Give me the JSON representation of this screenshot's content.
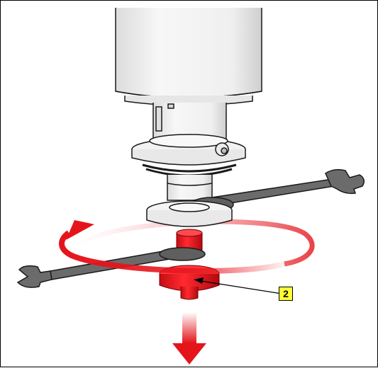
{
  "callout": {
    "label": "2"
  },
  "colors": {
    "highlight_part": "#e5141b",
    "rotation_arrow": "#e5141b",
    "wrench": "#6b6b6b",
    "housing": "#f2f2f2",
    "outline": "#1a1a1a",
    "callout_fill": "#ffff33"
  },
  "icons": {
    "rotation_arrow": "curved-rotation-arrow",
    "removal_arrow": "down-arrow"
  }
}
